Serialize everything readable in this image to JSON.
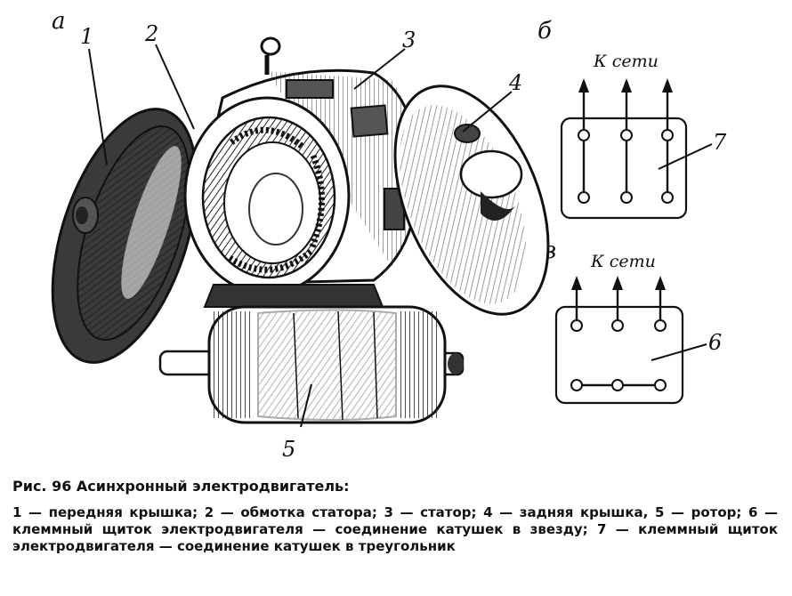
{
  "panels": {
    "a": "а",
    "b": "б",
    "v": "в"
  },
  "labels": {
    "n1": "1",
    "n2": "2",
    "n3": "3",
    "n4": "4",
    "n5": "5",
    "n6": "6",
    "n7": "7"
  },
  "to_network": "К сети",
  "caption": {
    "title": "Рис. 96 Асинхронный электродвигатель:",
    "body": "1 — передняя крышка; 2 — обмотка статора; 3 — статор; 4 — задняя крышка, 5 — ротор; 6 — клеммный щиток электродвигателя — соединение катушек в звезду; 7 — клеммный щиток электродвигателя — соединение катушек в треугольник"
  }
}
